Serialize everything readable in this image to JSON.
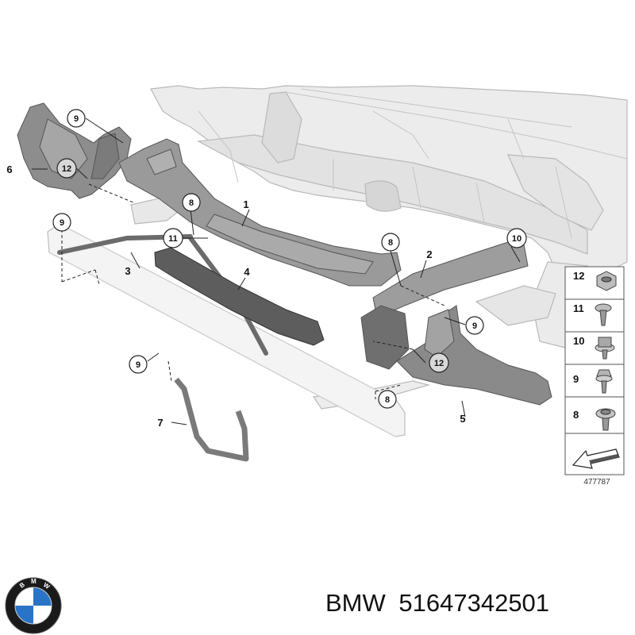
{
  "diagram": {
    "callouts": [
      {
        "id": "c9a",
        "label": "9"
      },
      {
        "id": "c12a",
        "label": "12"
      },
      {
        "id": "c9b",
        "label": "9"
      },
      {
        "id": "c8a",
        "label": "8"
      },
      {
        "id": "c11a",
        "label": "11"
      },
      {
        "id": "c8b",
        "label": "8"
      },
      {
        "id": "c10a",
        "label": "10"
      },
      {
        "id": "c9c",
        "label": "9"
      },
      {
        "id": "c12b",
        "label": "12"
      },
      {
        "id": "c8c",
        "label": "8"
      },
      {
        "id": "c9d",
        "label": "9"
      }
    ],
    "parts": [
      {
        "id": "p1",
        "label": "1"
      },
      {
        "id": "p2",
        "label": "2"
      },
      {
        "id": "p3",
        "label": "3"
      },
      {
        "id": "p4",
        "label": "4"
      },
      {
        "id": "p5",
        "label": "5"
      },
      {
        "id": "p6",
        "label": "6"
      },
      {
        "id": "p7",
        "label": "7"
      }
    ],
    "legend": {
      "items": [
        {
          "label": "12",
          "icon": "nut-icon"
        },
        {
          "label": "11",
          "icon": "screw-icon"
        },
        {
          "label": "10",
          "icon": "flange-bolt-icon"
        },
        {
          "label": "9",
          "icon": "hex-bolt-icon"
        },
        {
          "label": "8",
          "icon": "collar-bolt-icon"
        }
      ],
      "arrow_icon": "direction-arrow-icon",
      "code": "477787"
    }
  },
  "footer": {
    "brand": "BMW",
    "part_number": "51647342501"
  },
  "logo": {
    "name": "bmw-roundel-icon",
    "colors": {
      "ring": "#1a1a1a",
      "blue": "#2a74c7",
      "white": "#ffffff"
    }
  }
}
